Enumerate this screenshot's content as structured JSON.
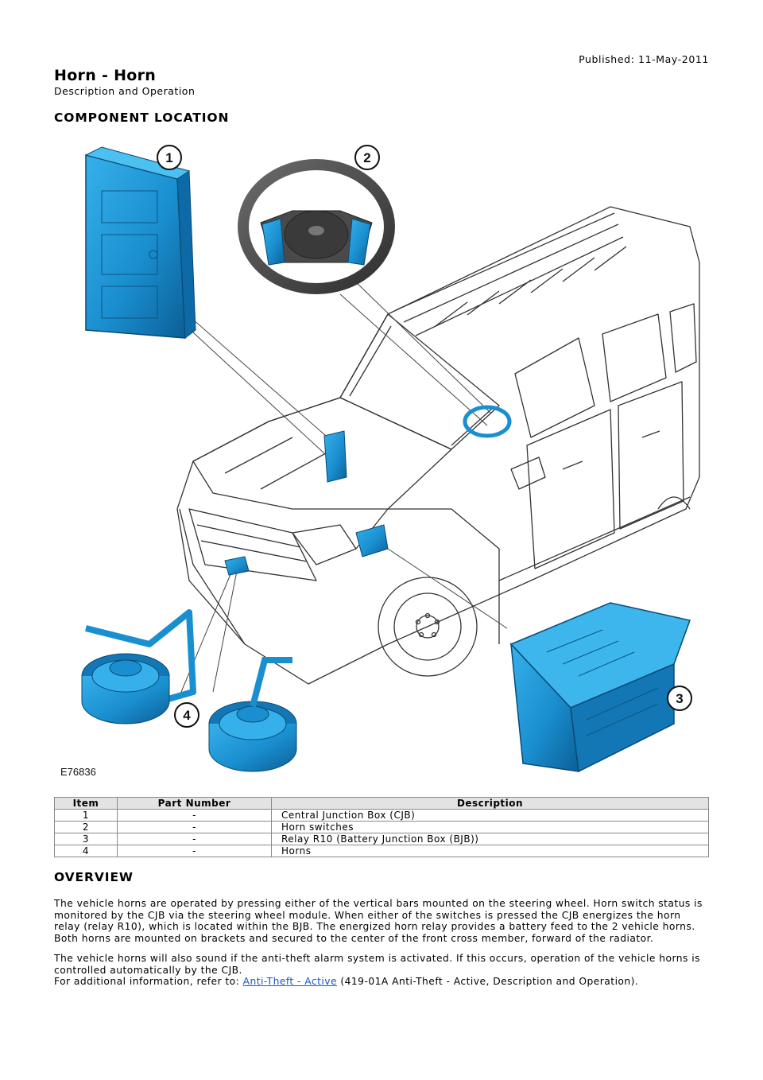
{
  "header": {
    "published": "Published: 11-May-2011",
    "title": "Horn - Horn",
    "subtitle": "Description and Operation"
  },
  "sections": {
    "component_location": "COMPONENT LOCATION",
    "overview": "OVERVIEW"
  },
  "figure": {
    "code": "E76836",
    "callouts": [
      "1",
      "2",
      "3",
      "4"
    ],
    "component_color": "#1a8fd0"
  },
  "table": {
    "headers": [
      "Item",
      "Part Number",
      "Description"
    ],
    "rows": [
      [
        "1",
        "-",
        "Central Junction Box (CJB)"
      ],
      [
        "2",
        "-",
        "Horn switches"
      ],
      [
        "3",
        "-",
        "Relay R10 (Battery Junction Box (BJB))"
      ],
      [
        "4",
        "-",
        "Horns"
      ]
    ]
  },
  "overview": {
    "p1": "The vehicle horns are operated by pressing either of the vertical bars mounted on the steering wheel. Horn switch status is monitored by the CJB via the steering wheel module. When either of the switches is pressed the CJB energizes the horn relay (relay R10), which is located within the BJB. The energized horn relay provides a battery feed to the 2 vehicle horns. Both horns are mounted on brackets and secured to the center of the front cross member, forward of the radiator.",
    "p2a": "The vehicle horns will also sound if the anti-theft alarm system is activated. If this occurs, operation of the vehicle horns is controlled automatically by the CJB.",
    "p2b_prefix": "For additional information, refer to: ",
    "p2b_link": "Anti-Theft - Active",
    "p2b_suffix": " (419-01A Anti-Theft - Active, Description and Operation)."
  }
}
